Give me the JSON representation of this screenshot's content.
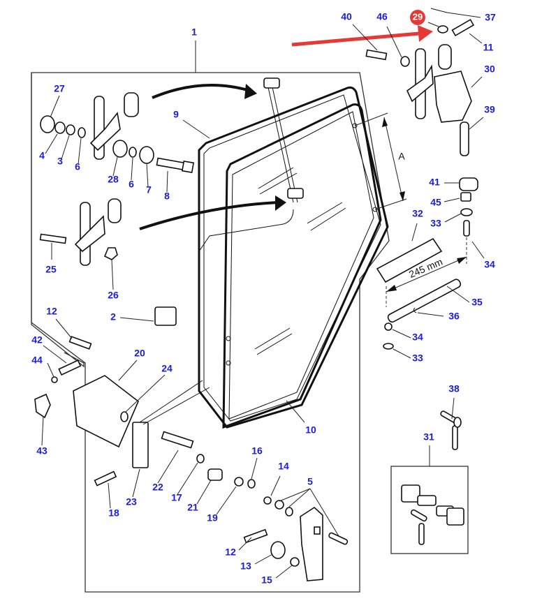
{
  "diagram": {
    "title": "Cab door assembly exploded parts diagram",
    "highlight": {
      "part": "29",
      "color": "#e53935"
    },
    "label_color": "#1a1ae6",
    "dimension_text": "245 mm",
    "dimension_label": "A",
    "labels": {
      "p1": "1",
      "p2": "2",
      "p3": "3",
      "p4": "4",
      "p5": "5",
      "p6a": "6",
      "p6b": "6",
      "p7": "7",
      "p8": "8",
      "p9": "9",
      "p10": "10",
      "p11": "11",
      "p12a": "12",
      "p12b": "12",
      "p13": "13",
      "p14": "14",
      "p15": "15",
      "p16": "16",
      "p17": "17",
      "p18": "18",
      "p19": "19",
      "p20": "20",
      "p21": "21",
      "p22": "22",
      "p23": "23",
      "p24": "24",
      "p25": "25",
      "p26": "26",
      "p27": "27",
      "p28": "28",
      "p29": "29",
      "p30": "30",
      "p31": "31",
      "p32": "32",
      "p33a": "33",
      "p33b": "33",
      "p34a": "34",
      "p34b": "34",
      "p35": "35",
      "p36": "36",
      "p37": "37",
      "p38": "38",
      "p39": "39",
      "p40": "40",
      "p41": "41",
      "p42": "42",
      "p43": "43",
      "p44": "44",
      "p45": "45",
      "p46": "46"
    }
  }
}
